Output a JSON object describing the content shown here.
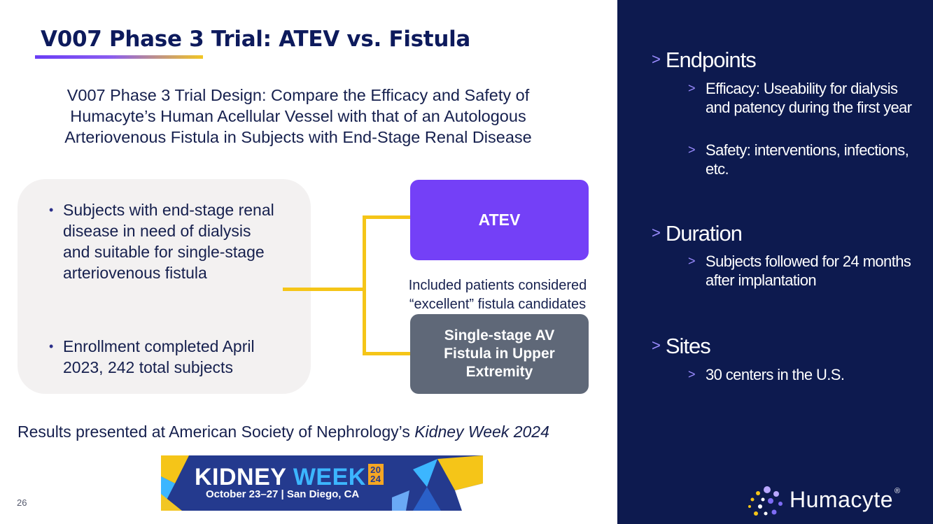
{
  "slide": {
    "title": "V007 Phase 3 Trial:  ATEV vs. Fistula",
    "design_lines": [
      "V007 Phase 3 Trial Design: Compare the Efficacy and Safety of",
      "Humacyte’s Human Acellular Vessel with that of an Autologous",
      "Arteriovenous Fistula in Subjects with End-Stage Renal Disease"
    ],
    "bullets": [
      "Subjects with end-stage renal disease in need of dialysis and suitable for single-stage arteriovenous fistula",
      "Enrollment completed April 2023, 242 total subjects"
    ],
    "bullet_symbol": "•",
    "atev_label": "ATEV",
    "av_label_lines": [
      "Single-stage AV",
      "Fistula in Upper",
      "Extremity"
    ],
    "note_lines": [
      "Included patients considered",
      "“excellent” fistula candidates"
    ],
    "results_prefix": "Results presented at American Society of Nephrology’s ",
    "results_italic": "Kidney Week 2024",
    "banner": {
      "kidney": "KIDNEY",
      "week": "WEEK",
      "year_top": "20",
      "year_bottom": "24",
      "subtitle": "October 23–27 | San Diego, CA"
    },
    "page_number": "26"
  },
  "panel": {
    "chevron": ">",
    "endpoints": {
      "heading": "Endpoints",
      "items": [
        "Efficacy: Useability for dialysis and patency during the first year",
        "Safety: interventions, infections, etc."
      ]
    },
    "duration": {
      "heading": "Duration",
      "items": [
        "Subjects followed for 24 months after implantation"
      ]
    },
    "sites": {
      "heading": "Sites",
      "items": [
        "30 centers in the U.S."
      ]
    },
    "logo": {
      "text": "Humacyte",
      "trademark": "®"
    }
  },
  "colors": {
    "title": "#0d1a5c",
    "atev_box": "#7440f7",
    "av_box": "#5f6878",
    "connector": "#f5c518",
    "panel": "#0d1a4f",
    "chevron": "#9b8cff"
  }
}
